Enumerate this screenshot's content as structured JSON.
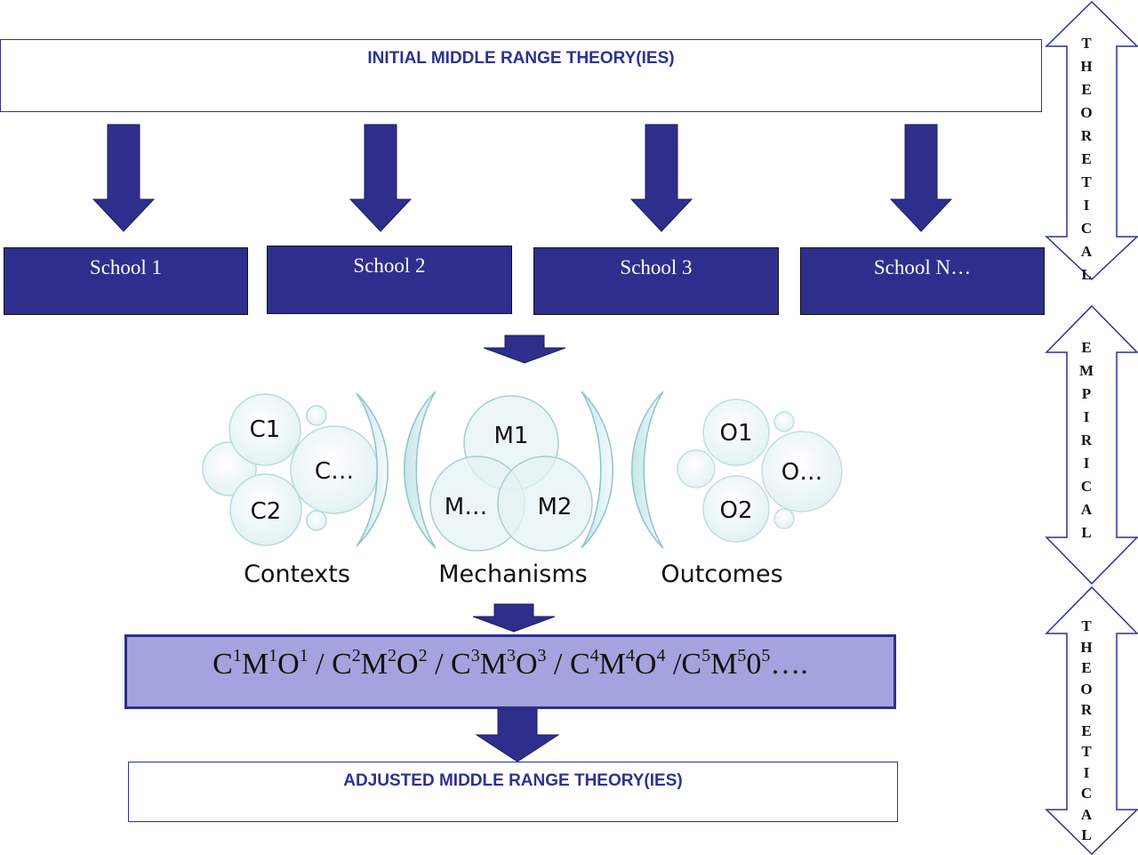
{
  "top_box": {
    "title": "INITIAL MIDDLE RANGE THEORY(IES)"
  },
  "schools": [
    {
      "label": "School 1"
    },
    {
      "label": "School 2"
    },
    {
      "label": "School 3"
    },
    {
      "label": "School N…"
    }
  ],
  "contexts": {
    "label": "Contexts",
    "bubbles": [
      "C1",
      "C…",
      "C2"
    ]
  },
  "mechanisms": {
    "label": "Mechanisms",
    "bubbles": [
      "M1",
      "M…",
      "M2"
    ]
  },
  "outcomes": {
    "label": "Outcomes",
    "bubbles": [
      "O1",
      "O…",
      "O2"
    ]
  },
  "formula": {
    "terms": [
      {
        "c": "C",
        "ci": "1",
        "m": "M",
        "mi": "1",
        "o": "O",
        "oi": "1",
        "sep": " / "
      },
      {
        "c": "C",
        "ci": "2",
        "m": "M",
        "mi": "2",
        "o": "O",
        "oi": "2",
        "sep": " / "
      },
      {
        "c": "C",
        "ci": "3",
        "m": "M",
        "mi": "3",
        "o": "O",
        "oi": "3",
        "sep": " / "
      },
      {
        "c": "C",
        "ci": "4",
        "m": "M",
        "mi": "4",
        "o": "O",
        "oi": "4",
        "sep": " /"
      },
      {
        "c": "C",
        "ci": "5",
        "m": "M",
        "mi": "5",
        "o": "0",
        "oi": "5",
        "sep": "…."
      }
    ]
  },
  "bottom_box": {
    "title": "ADJUSTED MIDDLE RANGE THEORY(IES)"
  },
  "side_bars": [
    {
      "word": "THEORETICAL"
    },
    {
      "word": "EMPIRICAL"
    },
    {
      "word": "THEORETICAL"
    }
  ],
  "colors": {
    "navy": "#2e2f8c",
    "formula_fill": "#a4a3de",
    "bubble_edge": "#b9d9dd",
    "bubble_fill": "#eef7f8"
  }
}
